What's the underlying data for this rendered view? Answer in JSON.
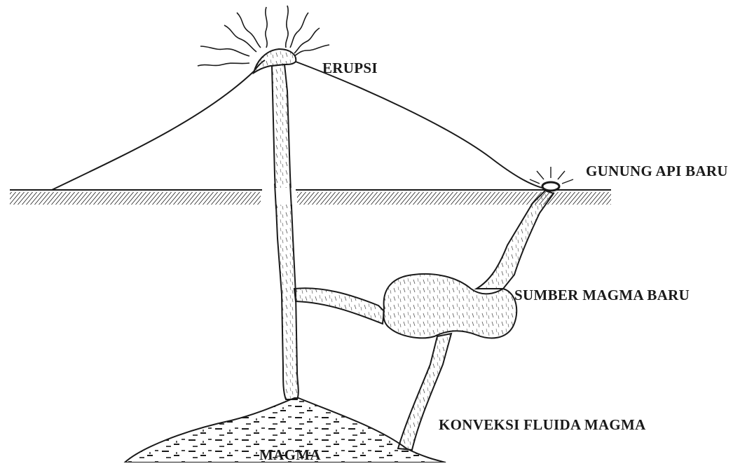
{
  "diagram": {
    "labels": {
      "erupsi": "ERUPSI",
      "gunung_api_baru": "GUNUNG API BARU",
      "sumber_magma_baru": "SUMBER MAGMA BARU",
      "konveksi": "KONVEKSI FLUIDA MAGMA",
      "magma": "MAGMA"
    },
    "colors": {
      "ink": "#1a1a1a",
      "background": "#ffffff"
    }
  }
}
